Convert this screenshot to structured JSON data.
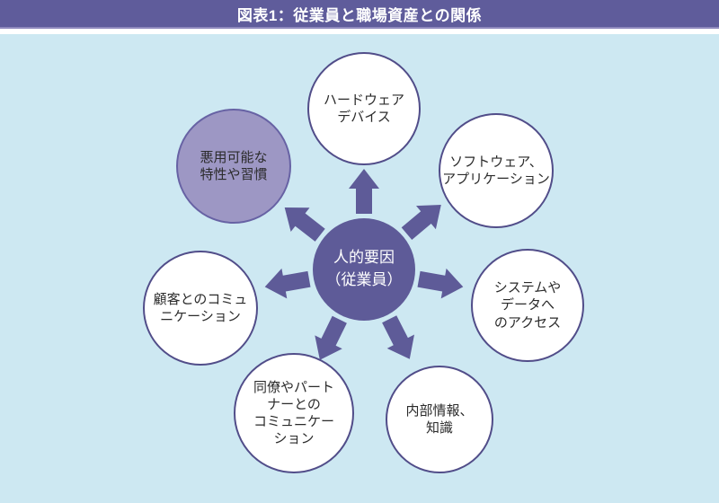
{
  "header": {
    "title": "図表1：従業員と職場資産との関係"
  },
  "diagram": {
    "center": {
      "label": "人的要因\n（従業員）"
    },
    "nodes": [
      {
        "id": "hardware-devices",
        "label": "ハードウェア\nデバイス",
        "highlighted": false
      },
      {
        "id": "software-applications",
        "label": "ソフトウェア、\nアプリケーション",
        "highlighted": false
      },
      {
        "id": "system-data-access",
        "label": "システムや\nデータへ\nのアクセス",
        "highlighted": false
      },
      {
        "id": "internal-information-knowledge",
        "label": "内部情報、\n知識",
        "highlighted": false
      },
      {
        "id": "colleague-partner-communication",
        "label": "同僚やパート\nナーとの\nコミュニケー\nション",
        "highlighted": false
      },
      {
        "id": "customer-communication",
        "label": "顧客とのコミュ\nニケーション",
        "highlighted": false
      },
      {
        "id": "exploitable-traits-habits",
        "label": "悪用可能な\n特性や習慣",
        "highlighted": true
      }
    ]
  },
  "colors": {
    "header_bg": "#5f5c9b",
    "header_underline": "#8f89bd",
    "background": "#cde8f2",
    "accent_purple": "#5e5b98",
    "highlight_fill": "#9d97c4",
    "highlight_border": "#6762a4",
    "circle_border": "#514d89"
  }
}
